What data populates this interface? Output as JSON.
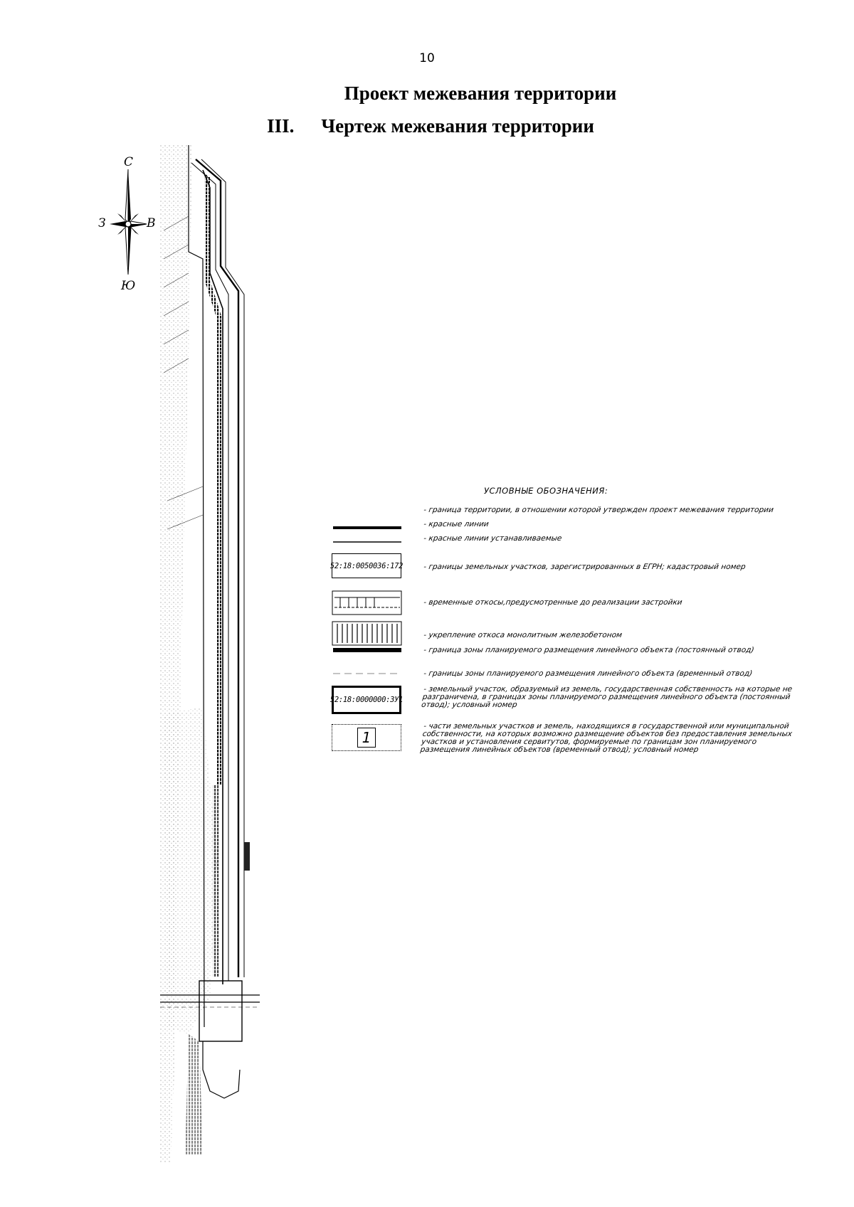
{
  "page": {
    "number": "10",
    "title": "Проект межевания территории",
    "section_number": "III.",
    "section_title": "Чертеж межевания территории"
  },
  "compass": {
    "north": "С",
    "south": "Ю",
    "west": "З",
    "east": "В"
  },
  "legend": {
    "title": "УСЛОВНЫЕ ОБОЗНАЧЕНИЯ:",
    "items": [
      {
        "text": "- граница территории, в отношении которой утвержден проект межевания территории"
      },
      {
        "text": "- красные линии"
      },
      {
        "text": "- красные линии устанавливаемые"
      },
      {
        "symbol_label": "52:18:0050036:172",
        "text": "- границы земельных участков, зарегистрированных в ЕГРН; кадастровый номер"
      },
      {
        "text": "- временные откосы,предусмотренные до реализации застройки"
      },
      {
        "text": "- укрепление откоса монолитным железобетоном"
      },
      {
        "text": "- граница зоны планируемого размещения линейного объекта (постоянный отвод)"
      },
      {
        "text": "- границы зоны планируемого размещения линейного объекта (временный отвод)"
      },
      {
        "symbol_label": "52:18:0000000:3У1",
        "text": "- земельный участок, образуемый из земель, государственная собственность на которые не разграничена, в границах зоны планируемого размещения линейного объекта (постоянный отвод); условный номер"
      },
      {
        "symbol_label": "1",
        "text": "- части земельных участков и земель, находящихся в государственной или муниципальной собственности, на которых возможно размещение объектов без предоставления земельных участков и установления сервитутов, формируемые по границам зон планируемого размещения линейных объектов (временный отвод); условный номер"
      }
    ]
  }
}
